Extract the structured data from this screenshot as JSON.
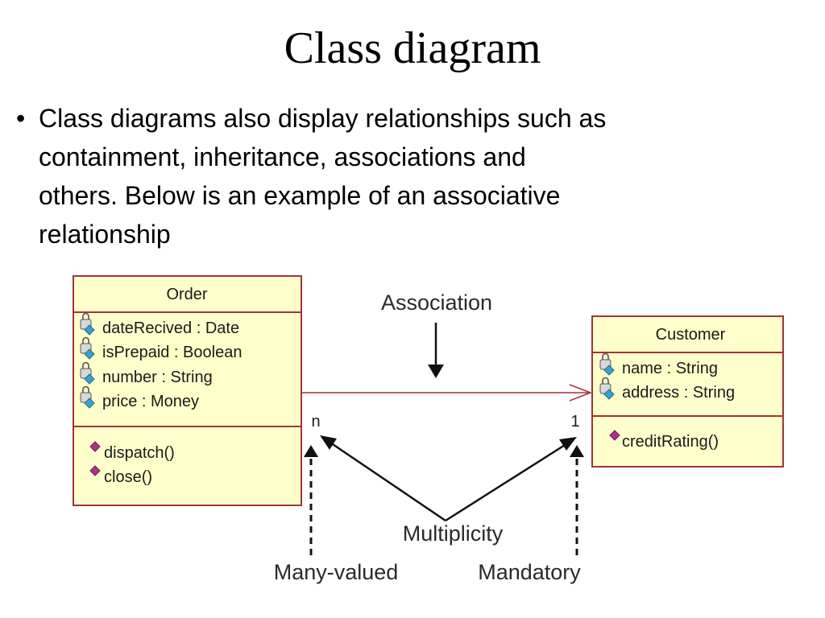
{
  "slide": {
    "title": "Class diagram",
    "bullet_marker": "•",
    "bullet_lines": [
      "Class diagrams also display relationships such as",
      "containment, inheritance, associations and",
      "others. Below is an example of an associative",
      "relationship"
    ]
  },
  "diagram": {
    "order": {
      "name": "Order",
      "attributes": [
        "dateRecived : Date",
        "isPrepaid : Boolean",
        "number : String",
        "price : Money"
      ],
      "operations": [
        "dispatch()",
        "close()"
      ]
    },
    "customer": {
      "name": "Customer",
      "attributes": [
        "name : String",
        "address : String"
      ],
      "operations": [
        "creditRating()"
      ]
    },
    "association": {
      "label": "Association",
      "multiplicity_order": "n",
      "multiplicity_customer": "1"
    },
    "callouts": {
      "multiplicity": "Multiplicity",
      "many_valued": "Many-valued",
      "mandatory": "Mandatory"
    },
    "colors": {
      "class_fill": "#ffffcc",
      "class_border": "#a0343a",
      "association_line": "#a0343a",
      "attribute_icon": "#3aa0d0",
      "operation_icon": "#b0308c"
    }
  }
}
